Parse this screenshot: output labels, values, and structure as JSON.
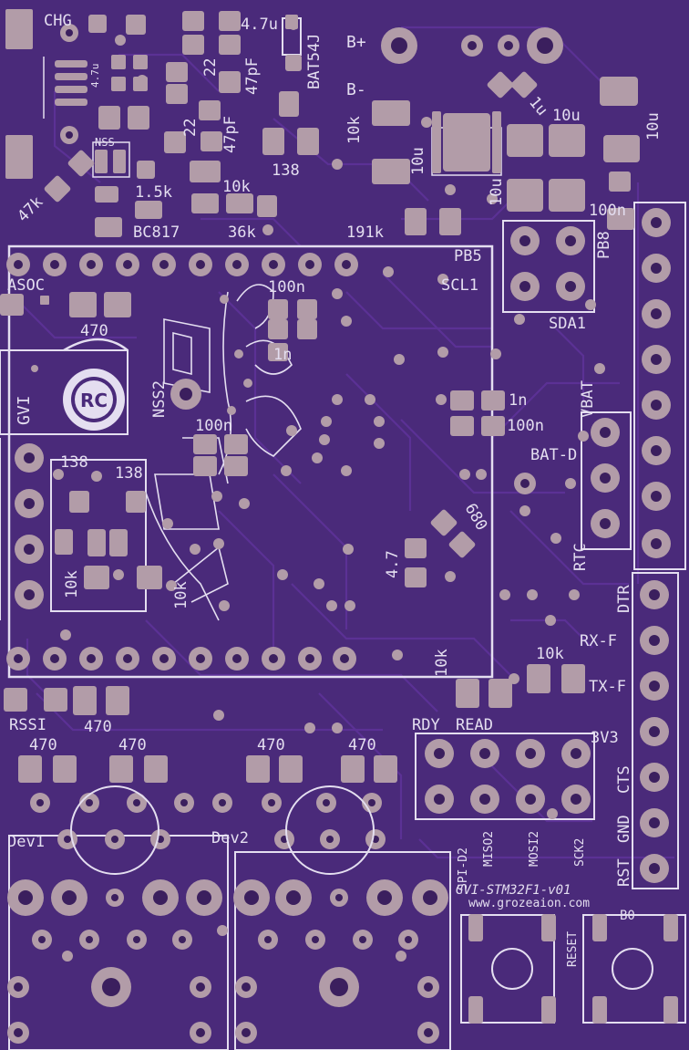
{
  "board": {
    "colors": {
      "substrate": "#4a2a7a",
      "trace": "#5b3195",
      "copper": "#b29ca8",
      "silkscreen": "#e4def0",
      "drill": "#3b1f5e"
    }
  },
  "labels": {
    "chg": "CHG",
    "v47_top": "4.7u",
    "bat54j": "BAT54J",
    "b_plus": "B+",
    "b_minus": "B-",
    "cap47u_small": "4.7u",
    "r22_a": "22",
    "r22_b": "22",
    "c47pf_a": "47pF",
    "c47pf_b": "47pF",
    "nss_top": "NSS",
    "r10k_a": "10k",
    "r138_top": "138",
    "c10u_a": "10u",
    "c1u": "1u",
    "c10u_b": "10u",
    "c10u_c": "10u",
    "c10u_d": "10u",
    "c100n_top": "100n",
    "r47k": "47k",
    "r15k": "1.5k",
    "r10k_b": "10k",
    "bc817": "BC817",
    "r36k": "36k",
    "r191k": "191k",
    "pb5": "PB5",
    "pb8": "PB8",
    "scl1": "SCL1",
    "sda1": "SDA1",
    "asoc": "ASOC",
    "r470_a": "470",
    "c100n_mid": "100n",
    "c1n_a": "1n",
    "gvi": "GVI",
    "rc": "RC",
    "nss2": "NSS2",
    "c1n_b": "1n",
    "c100n_b": "100n",
    "c100n_c": "100n",
    "vbat": "VBAT",
    "bat_d": "BAT-D",
    "r138_a": "138",
    "r138_b": "138",
    "r680": "680",
    "r47": "4.7",
    "rtc": "RTC",
    "r10k_c": "10k",
    "r10k_d": "10k",
    "dtr": "DTR",
    "rx_f": "RX-F",
    "r10k_e": "10k",
    "tx_f": "TX-F",
    "r10k_f": "10k",
    "rssi": "RSSI",
    "r470_b": "470",
    "rdy": "RDY",
    "read": "READ",
    "v3v3": "3V3",
    "r470_c": "470",
    "r470_d": "470",
    "r470_e": "470",
    "r470_f": "470",
    "cts": "CTS",
    "gnd": "GND",
    "rst": "RST",
    "dev1": "Dev1",
    "dev2": "Dev2",
    "spi_d2": "SPI-D2",
    "miso2": "MISO2",
    "mosi2": "MOSI2",
    "sck2": "SCK2",
    "version": "GVI-STM32F1-v01",
    "website": "www.grozeaion.com",
    "reset": "RESET",
    "b0": "B0"
  }
}
